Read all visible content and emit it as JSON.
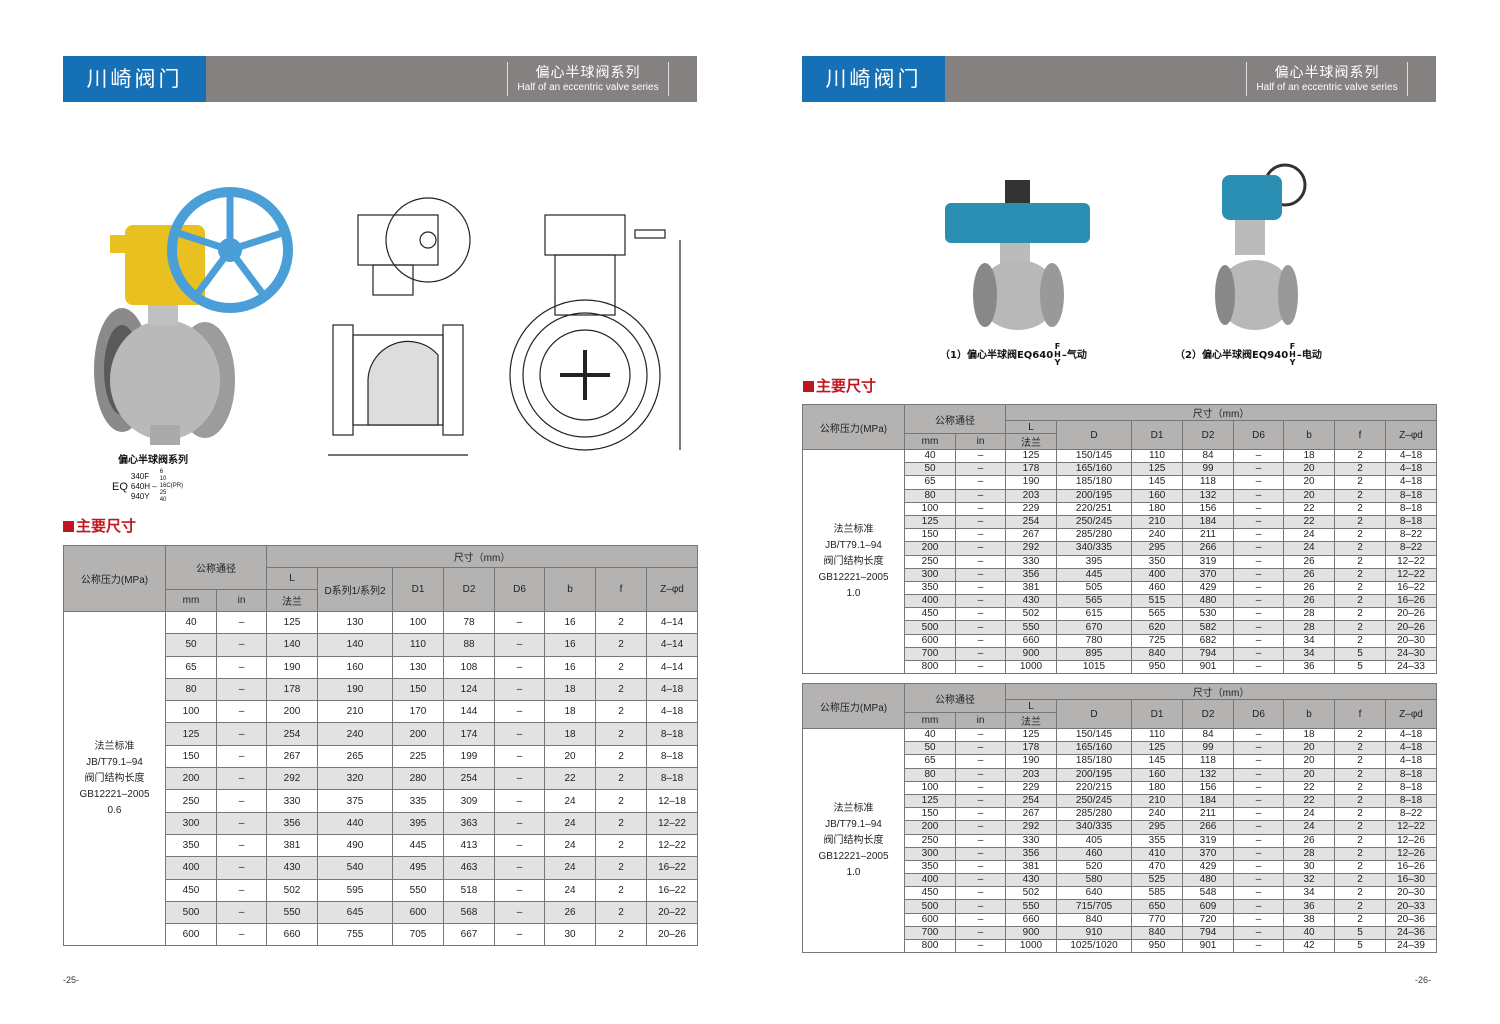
{
  "left_page": {
    "brand": "川崎阀门",
    "series_cn": "偏心半球阀系列",
    "series_en": "Half of an eccentric valve series",
    "product_caption": {
      "title": "偏心半球阀系列",
      "prefix": "EQ",
      "models": [
        "340F",
        "640H –",
        "940Y"
      ],
      "pressures": [
        "6",
        "10",
        "16C(PR)",
        "25",
        "40"
      ]
    },
    "section_title": "主要尺寸",
    "page_number": "-25-"
  },
  "right_page": {
    "brand": "川崎阀门",
    "series_cn": "偏心半球阀系列",
    "series_en": "Half of an eccentric valve series",
    "captions": [
      {
        "text": "（1）偏心半球阀EQ640",
        "sup": "F",
        "mid": "H",
        "sub": "Y",
        "suffix": "–气动"
      },
      {
        "text": "（2）偏心半球阀EQ940",
        "sup": "F",
        "mid": "H",
        "sub": "Y",
        "suffix": "–电动"
      }
    ],
    "section_title": "主要尺寸",
    "page_number": "-26-"
  },
  "tables": {
    "tL": {
      "headers": {
        "pressure": "公称压力(MPa)",
        "nominal": "公称通径",
        "size": "尺寸（mm）",
        "mm": "mm",
        "in": "in",
        "L": "L",
        "L_sub": "法兰",
        "D": "D系列1/系列2",
        "D1": "D1",
        "D2": "D2",
        "D6": "D6",
        "b": "b",
        "f": "f",
        "z": "Z–φd"
      },
      "standard": [
        "法兰标准",
        "JB/T79.1–94",
        "阀门结构长度",
        "GB12221–2005",
        "0.6"
      ],
      "rows": [
        [
          "40",
          "–",
          "125",
          "130",
          "100",
          "78",
          "–",
          "16",
          "2",
          "4–14"
        ],
        [
          "50",
          "–",
          "140",
          "140",
          "110",
          "88",
          "–",
          "16",
          "2",
          "4–14"
        ],
        [
          "65",
          "–",
          "190",
          "160",
          "130",
          "108",
          "–",
          "16",
          "2",
          "4–14"
        ],
        [
          "80",
          "–",
          "178",
          "190",
          "150",
          "124",
          "–",
          "18",
          "2",
          "4–18"
        ],
        [
          "100",
          "–",
          "200",
          "210",
          "170",
          "144",
          "–",
          "18",
          "2",
          "4–18"
        ],
        [
          "125",
          "–",
          "254",
          "240",
          "200",
          "174",
          "–",
          "18",
          "2",
          "8–18"
        ],
        [
          "150",
          "–",
          "267",
          "265",
          "225",
          "199",
          "–",
          "20",
          "2",
          "8–18"
        ],
        [
          "200",
          "–",
          "292",
          "320",
          "280",
          "254",
          "–",
          "22",
          "2",
          "8–18"
        ],
        [
          "250",
          "–",
          "330",
          "375",
          "335",
          "309",
          "–",
          "24",
          "2",
          "12–18"
        ],
        [
          "300",
          "–",
          "356",
          "440",
          "395",
          "363",
          "–",
          "24",
          "2",
          "12–22"
        ],
        [
          "350",
          "–",
          "381",
          "490",
          "445",
          "413",
          "–",
          "24",
          "2",
          "12–22"
        ],
        [
          "400",
          "–",
          "430",
          "540",
          "495",
          "463",
          "–",
          "24",
          "2",
          "16–22"
        ],
        [
          "450",
          "–",
          "502",
          "595",
          "550",
          "518",
          "–",
          "24",
          "2",
          "16–22"
        ],
        [
          "500",
          "–",
          "550",
          "645",
          "600",
          "568",
          "–",
          "26",
          "2",
          "20–22"
        ],
        [
          "600",
          "–",
          "660",
          "755",
          "705",
          "667",
          "–",
          "30",
          "2",
          "20–26"
        ]
      ]
    },
    "tR1": {
      "headers": {
        "pressure": "公称压力(MPa)",
        "nominal": "公称通径",
        "size": "尺寸（mm）",
        "mm": "mm",
        "in": "in",
        "L": "L",
        "L_sub": "法兰",
        "D": "D",
        "D1": "D1",
        "D2": "D2",
        "D6": "D6",
        "b": "b",
        "f": "f",
        "z": "Z–φd"
      },
      "standard": [
        "法兰标准",
        "JB/T79.1–94",
        "阀门结构长度",
        "GB12221–2005",
        "1.0"
      ],
      "rows": [
        [
          "40",
          "–",
          "125",
          "150/145",
          "110",
          "84",
          "–",
          "18",
          "2",
          "4–18"
        ],
        [
          "50",
          "–",
          "178",
          "165/160",
          "125",
          "99",
          "–",
          "20",
          "2",
          "4–18"
        ],
        [
          "65",
          "–",
          "190",
          "185/180",
          "145",
          "118",
          "–",
          "20",
          "2",
          "4–18"
        ],
        [
          "80",
          "–",
          "203",
          "200/195",
          "160",
          "132",
          "–",
          "20",
          "2",
          "8–18"
        ],
        [
          "100",
          "–",
          "229",
          "220/251",
          "180",
          "156",
          "–",
          "22",
          "2",
          "8–18"
        ],
        [
          "125",
          "–",
          "254",
          "250/245",
          "210",
          "184",
          "–",
          "22",
          "2",
          "8–18"
        ],
        [
          "150",
          "–",
          "267",
          "285/280",
          "240",
          "211",
          "–",
          "24",
          "2",
          "8–22"
        ],
        [
          "200",
          "–",
          "292",
          "340/335",
          "295",
          "266",
          "–",
          "24",
          "2",
          "8–22"
        ],
        [
          "250",
          "–",
          "330",
          "395",
          "350",
          "319",
          "–",
          "26",
          "2",
          "12–22"
        ],
        [
          "300",
          "–",
          "356",
          "445",
          "400",
          "370",
          "–",
          "26",
          "2",
          "12–22"
        ],
        [
          "350",
          "–",
          "381",
          "505",
          "460",
          "429",
          "–",
          "26",
          "2",
          "16–22"
        ],
        [
          "400",
          "–",
          "430",
          "565",
          "515",
          "480",
          "–",
          "26",
          "2",
          "16–26"
        ],
        [
          "450",
          "–",
          "502",
          "615",
          "565",
          "530",
          "–",
          "28",
          "2",
          "20–26"
        ],
        [
          "500",
          "–",
          "550",
          "670",
          "620",
          "582",
          "–",
          "28",
          "2",
          "20–26"
        ],
        [
          "600",
          "–",
          "660",
          "780",
          "725",
          "682",
          "–",
          "34",
          "2",
          "20–30"
        ],
        [
          "700",
          "–",
          "900",
          "895",
          "840",
          "794",
          "–",
          "34",
          "5",
          "24–30"
        ],
        [
          "800",
          "–",
          "1000",
          "1015",
          "950",
          "901",
          "–",
          "36",
          "5",
          "24–33"
        ]
      ]
    },
    "tR2": {
      "headers": {
        "pressure": "公称压力(MPa)",
        "nominal": "公称通径",
        "size": "尺寸（mm）",
        "mm": "mm",
        "in": "in",
        "L": "L",
        "L_sub": "法兰",
        "D": "D",
        "D1": "D1",
        "D2": "D2",
        "D6": "D6",
        "b": "b",
        "f": "f",
        "z": "Z–φd"
      },
      "standard": [
        "法兰标准",
        "JB/T79.1–94",
        "阀门结构长度",
        "GB12221–2005",
        "1.0"
      ],
      "rows": [
        [
          "40",
          "–",
          "125",
          "150/145",
          "110",
          "84",
          "–",
          "18",
          "2",
          "4–18"
        ],
        [
          "50",
          "–",
          "178",
          "165/160",
          "125",
          "99",
          "–",
          "20",
          "2",
          "4–18"
        ],
        [
          "65",
          "–",
          "190",
          "185/180",
          "145",
          "118",
          "–",
          "20",
          "2",
          "4–18"
        ],
        [
          "80",
          "–",
          "203",
          "200/195",
          "160",
          "132",
          "–",
          "20",
          "2",
          "8–18"
        ],
        [
          "100",
          "–",
          "229",
          "220/215",
          "180",
          "156",
          "–",
          "22",
          "2",
          "8–18"
        ],
        [
          "125",
          "–",
          "254",
          "250/245",
          "210",
          "184",
          "–",
          "22",
          "2",
          "8–18"
        ],
        [
          "150",
          "–",
          "267",
          "285/280",
          "240",
          "211",
          "–",
          "24",
          "2",
          "8–22"
        ],
        [
          "200",
          "–",
          "292",
          "340/335",
          "295",
          "266",
          "–",
          "24",
          "2",
          "12–22"
        ],
        [
          "250",
          "–",
          "330",
          "405",
          "355",
          "319",
          "–",
          "26",
          "2",
          "12–26"
        ],
        [
          "300",
          "–",
          "356",
          "460",
          "410",
          "370",
          "–",
          "28",
          "2",
          "12–26"
        ],
        [
          "350",
          "–",
          "381",
          "520",
          "470",
          "429",
          "–",
          "30",
          "2",
          "16–26"
        ],
        [
          "400",
          "–",
          "430",
          "580",
          "525",
          "480",
          "–",
          "32",
          "2",
          "16–30"
        ],
        [
          "450",
          "–",
          "502",
          "640",
          "585",
          "548",
          "–",
          "34",
          "2",
          "20–30"
        ],
        [
          "500",
          "–",
          "550",
          "715/705",
          "650",
          "609",
          "–",
          "36",
          "2",
          "20–33"
        ],
        [
          "600",
          "–",
          "660",
          "840",
          "770",
          "720",
          "–",
          "38",
          "2",
          "20–36"
        ],
        [
          "700",
          "–",
          "900",
          "910",
          "840",
          "794",
          "–",
          "40",
          "5",
          "24–36"
        ],
        [
          "800",
          "–",
          "1000",
          "1025/1020",
          "950",
          "901",
          "–",
          "42",
          "5",
          "24–39"
        ]
      ]
    }
  }
}
